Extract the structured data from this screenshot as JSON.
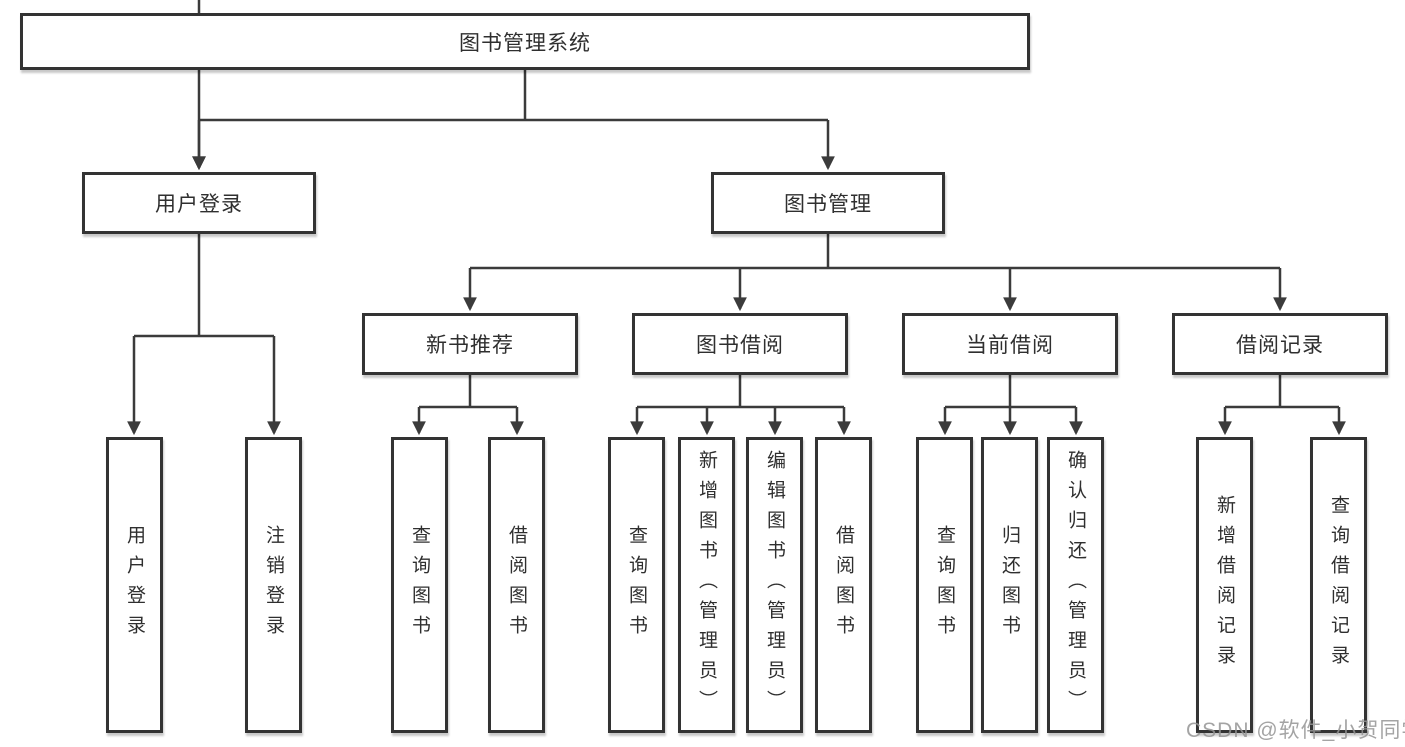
{
  "root": {
    "label": "图书管理系统"
  },
  "branches": [
    {
      "label": "用户登录",
      "leaves": [
        "用户登录",
        "注销登录"
      ]
    },
    {
      "label": "图书管理",
      "groups": [
        {
          "label": "新书推荐",
          "leaves": [
            "查询图书",
            "借阅图书"
          ]
        },
        {
          "label": "图书借阅",
          "leaves": [
            "查询图书",
            "新增图书（管理员）",
            "编辑图书（管理员）",
            "借阅图书"
          ]
        },
        {
          "label": "当前借阅",
          "leaves": [
            "查询图书",
            "归还图书",
            "确认归还（管理员）"
          ]
        },
        {
          "label": "借阅记录",
          "leaves": [
            "新增借阅记录",
            "查询借阅记录"
          ]
        }
      ]
    }
  ],
  "watermark": "CSDN @软件_小贺同学",
  "colors": {
    "line": "#3b3b3b",
    "box_border": "#333333",
    "text": "#2f2f2f",
    "watermark": "#949494",
    "background": "#ffffff"
  }
}
